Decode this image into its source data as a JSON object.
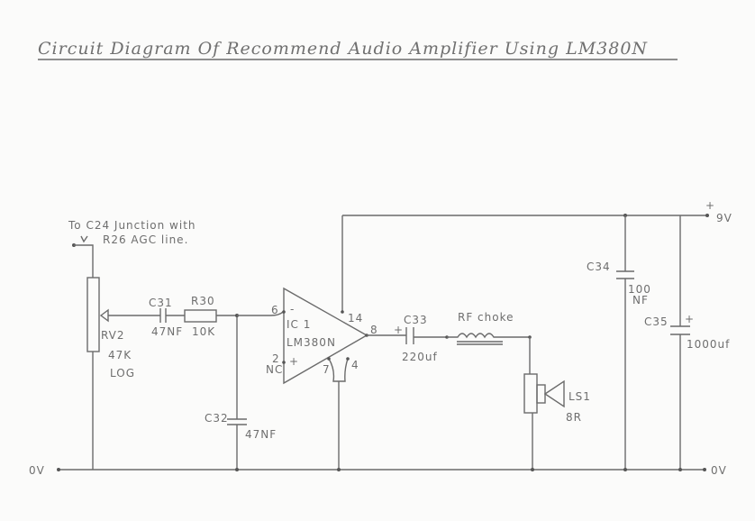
{
  "title": "Circuit Diagram Of Recommend Audio Amplifier Using LM380N",
  "note": {
    "line1": "To C24 Junction with",
    "line2": "R26 AGC line."
  },
  "rails": {
    "ground_left": "0V",
    "ground_right": "0V",
    "supply_plus": "+",
    "supply": "9V"
  },
  "rv2": {
    "ref": "RV2",
    "value": "47K",
    "taper": "LOG"
  },
  "c31": {
    "ref": "C31",
    "value": "47NF"
  },
  "r30": {
    "ref": "R30",
    "value": "10K"
  },
  "c32": {
    "ref": "C32",
    "value": "47NF"
  },
  "ic1": {
    "ref": "IC 1",
    "part": "LM380N",
    "pin6": "6",
    "minus": "-",
    "pin2": "2",
    "nc": "NC",
    "plus": "+",
    "pin14": "14",
    "pin8": "8",
    "pin7": "7",
    "pin4": "4"
  },
  "c33": {
    "ref": "C33",
    "value": "220uf",
    "plus": "+"
  },
  "choke": {
    "label": "RF choke"
  },
  "ls1": {
    "ref": "LS1",
    "value": "8R"
  },
  "c34": {
    "ref": "C34",
    "value1": "100",
    "value2": "NF"
  },
  "c35": {
    "ref": "C35",
    "value": "1000uf",
    "plus": "+"
  }
}
